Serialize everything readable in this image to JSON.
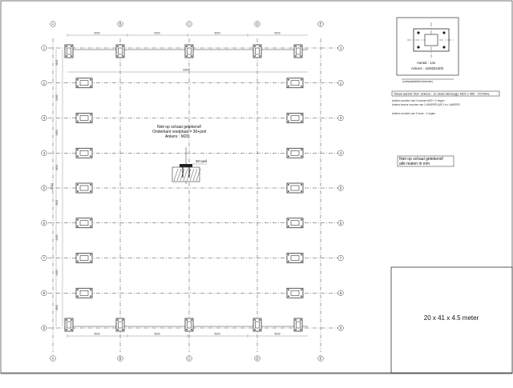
{
  "title_block": {
    "dimensions": "20 x 41 x 4.5 meter"
  },
  "detail_box": {
    "count_label": "Aantal : 14x",
    "anchors_label": "Ankers : 4xM20x400"
  },
  "notes": {
    "detail_caption": "(voetplaatdetail kolommen)",
    "legend_main": "Totaal aantal \"stel\" ankers : 11 stuks fabricage M20 x 400 - TOTAAL",
    "legend_sub1": "Ankers voorzien met 2 moeren M20 + 2 ringen",
    "legend_sub2": "Ankers tevens voorzien van 1 ANKERPLAAT t.b.v. ANKERS",
    "legend_sub3": "Ankers voorzien van 2 moer - 2 ringen",
    "scope_note_1": "Niet op schaal getekend!",
    "scope_note_2": "alle maten in mm",
    "center_note_1": "Niet op schaal getekend!",
    "center_note_2": "Onderkant voetplaat = 30+peil",
    "center_note_3": "Ankers : M20",
    "peil_label": "30+peil"
  },
  "grid": {
    "row_labels": [
      "1",
      "2",
      "3",
      "4",
      "5",
      "6",
      "7",
      "8",
      "9"
    ],
    "col_labels": [
      "A",
      "B",
      "C",
      "D",
      "E"
    ],
    "bay_dim": "5000",
    "span_dim": "4100",
    "total_width": "20000",
    "total_length": "41000"
  },
  "colors": {
    "line": "#333333",
    "plate_fill": "#222222"
  },
  "icons": {
    "grid_bubble": "grid-axis-bubble",
    "base_plate": "base-plate-symbol",
    "anchor_bolt": "anchor-bolt-dot"
  }
}
